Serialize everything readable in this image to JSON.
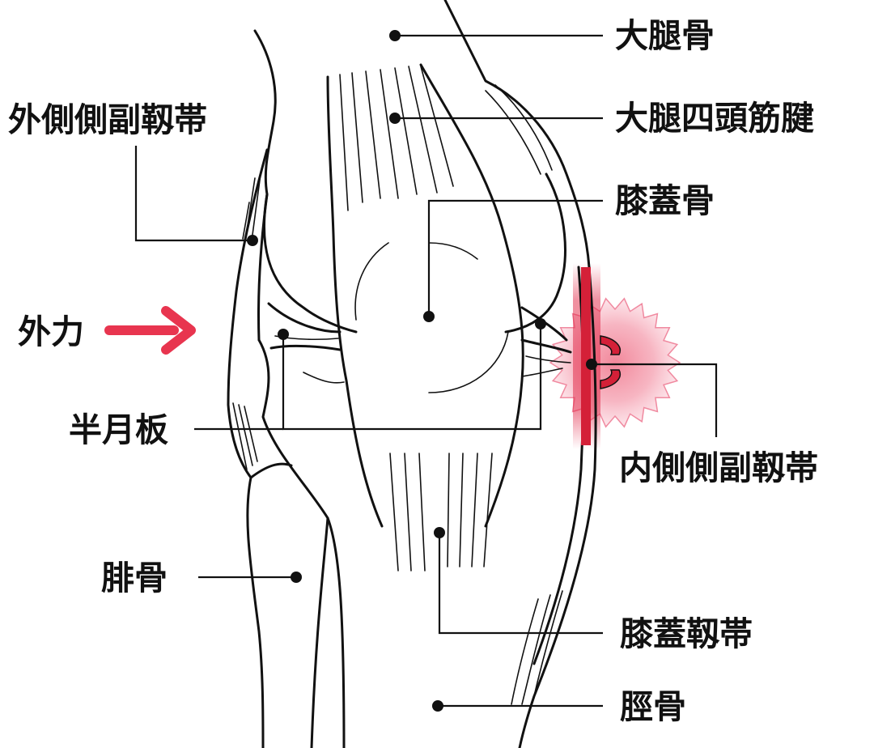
{
  "labels": {
    "femur": "大腿骨",
    "quad_tendon": "大腿四頭筋腱",
    "patella": "膝蓋骨",
    "lcl": "外側側副靱帯",
    "external_force": "外力",
    "meniscus": "半月板",
    "mcl": "内側側副靱帯",
    "fibula": "腓骨",
    "patellar_ligament": "膝蓋靱帯",
    "tibia": "脛骨"
  },
  "colors": {
    "line": "#111111",
    "injury": "#e02040",
    "injury_glow": "#f5a3b3",
    "arrow": "#e8354f"
  },
  "icons": {
    "force": "arrow-right-icon",
    "injury": "burst-icon"
  }
}
